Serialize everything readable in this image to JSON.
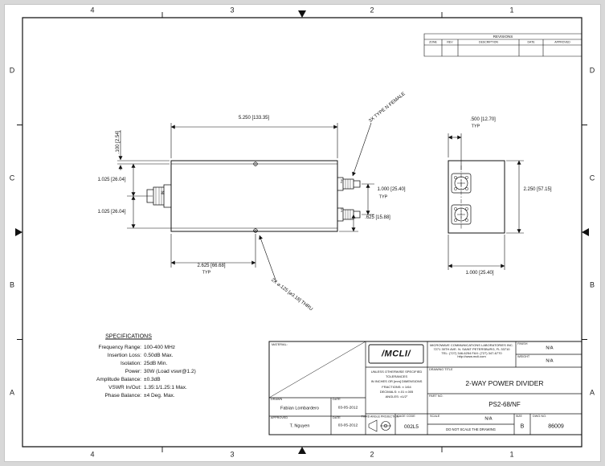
{
  "sheet": {
    "zones": {
      "cols": [
        "4",
        "3",
        "2",
        "1"
      ],
      "rows": [
        "D",
        "C",
        "B",
        "A"
      ]
    }
  },
  "revisions": {
    "title": "REVISIONS",
    "col_zone": "ZONE",
    "col_rev": "REV",
    "col_desc": "DESCRIPTION",
    "col_date": "DATE",
    "col_approved": "APPROVED"
  },
  "side_view": {
    "dim_width": "5.250 [133.35]",
    "dim_cover": ".100 [2.54]",
    "dim_upper": "1.025 [26.04]",
    "dim_lower": "1.025 [26.04]",
    "dim_holes": "2.625 [66.68]",
    "dim_holes_typ": "TYP",
    "note_holes": "2X ⌀.125 [⌀3.18] THRU",
    "note_connectors": "3X TYPE N FEMALE",
    "dim_out_spacing": "1.000 [25.40]",
    "dim_out_spacing_typ": "TYP",
    "dim_out_bottom": ".625 [15.88]",
    "port_in": "IN",
    "port_2": "2",
    "port_1": "1"
  },
  "end_view": {
    "dim_offset": ".500 [12.70]",
    "dim_offset_typ": "TYP",
    "dim_height": "2.250 [57.15]",
    "dim_width": "1.000 [25.40]"
  },
  "specs": {
    "title": "SPECIFICATIONS",
    "rows": [
      {
        "label": "Frequency Range:",
        "value": "100-400 MHz"
      },
      {
        "label": "Insertion Loss:",
        "value": "0.50dB Max."
      },
      {
        "label": "Isolation:",
        "value": "25dB Min."
      },
      {
        "label": "Power:",
        "value": "30W (Load vswr@1.2)"
      },
      {
        "label": "Amplitude Balance:",
        "value": "±0.3dB"
      },
      {
        "label": "VSWR In/Out:",
        "value": "1.35:1/1.25:1 Max."
      },
      {
        "label": "Phase Balance:",
        "value": "±4 Deg. Max."
      }
    ]
  },
  "title_block": {
    "material_label": "MATERIAL:",
    "drawn_label": "DRAWN",
    "drawn_name": "Fabian Lombardero",
    "drawn_date_label": "DATE",
    "drawn_date": "03-05-2012",
    "approved_label": "APPROVED",
    "approved_name": "T. Nguyen",
    "approved_date_label": "DATE",
    "approved_date": "03-05-2012",
    "logo": "/MCLI/",
    "company_lines": [
      "MICROWAVE COMMUNICATIONS LABORATORIES INC.",
      "7271 30TH AVE. N.  SAINT PETERSBURG, FL 33710",
      "TEL: (727) 346-6254   FAX: (727) 347-6770",
      "http://www.mcli.com"
    ],
    "finish_label": "FINISH",
    "finish_value": "N/A",
    "weight_label": "WEIGHT",
    "weight_value": "N/A",
    "tolerances_lines": [
      "UNLESS OTHERWISE SPECIFIED",
      "TOLERANCES",
      "IN INCHES OR [mm] DIMENSIONS",
      "FRACTIONS: ± 1/64",
      "DECIMALS: ±.01  ±.005",
      "ANGLES: ±1/2°"
    ],
    "projection_label": "THIRD ANGLE PROJECTION",
    "title_label": "DRAWING TITLE",
    "title": "2-WAY POWER DIVIDER",
    "part_label": "PART NO.",
    "part": "PS2-68/NF",
    "cage_label": "CAGE CODE",
    "cage": "002L5",
    "scale_label": "SCALE",
    "scale": "N/A",
    "no_scale": "DO NOT SCALE THE DRAWING",
    "size_label": "SIZE",
    "size": "B",
    "dwg_label": "DWG NO.",
    "dwg": "86009"
  }
}
